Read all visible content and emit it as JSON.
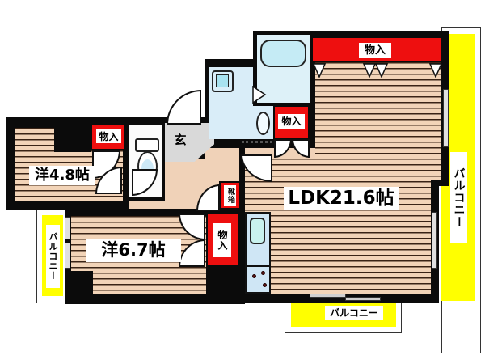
{
  "floorplan": {
    "rooms": {
      "western_4_8": {
        "label": "洋4.8帖",
        "size_jo": "4.8"
      },
      "western_6_7": {
        "label": "洋6.7帖",
        "size_jo": "6.7"
      },
      "ldk": {
        "label": "LDK21.6帖",
        "size_jo": "21.6"
      },
      "entrance": {
        "label": "玄"
      }
    },
    "labels": {
      "closet": "物入",
      "shoe_box": "靴箱",
      "balcony": "バルコニー"
    },
    "colors": {
      "wall": "#0b0b0b",
      "flooring": "#f2d4b8",
      "flooring_line": "#3a2416",
      "closet_red": "#ee0f0f",
      "balcony_yellow": "#ffff00",
      "wet_area_blue": "#d9edf8",
      "entrance_gray": "#d9d9d9"
    }
  }
}
